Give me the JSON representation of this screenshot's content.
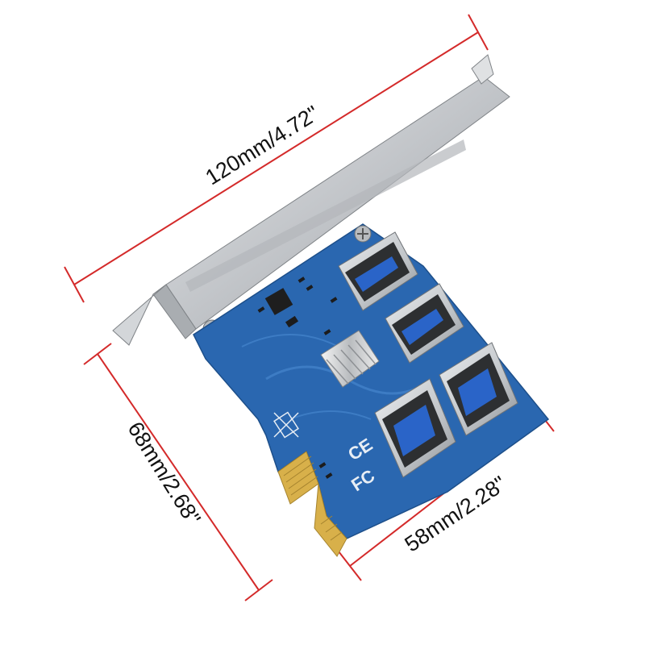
{
  "dimensions": {
    "length": "120mm/4.72\"",
    "height": "68mm/2.68\"",
    "width": "58mm/2.28\""
  },
  "markings": {
    "ce": "CE",
    "fc": "FC"
  },
  "colors": {
    "dimension_line": "#d42a2a",
    "pcb": "#2a67b0",
    "bracket": "#c9ccd0",
    "gold_contacts": "#d8b04a",
    "usb_shell": "#c4c8cc"
  }
}
